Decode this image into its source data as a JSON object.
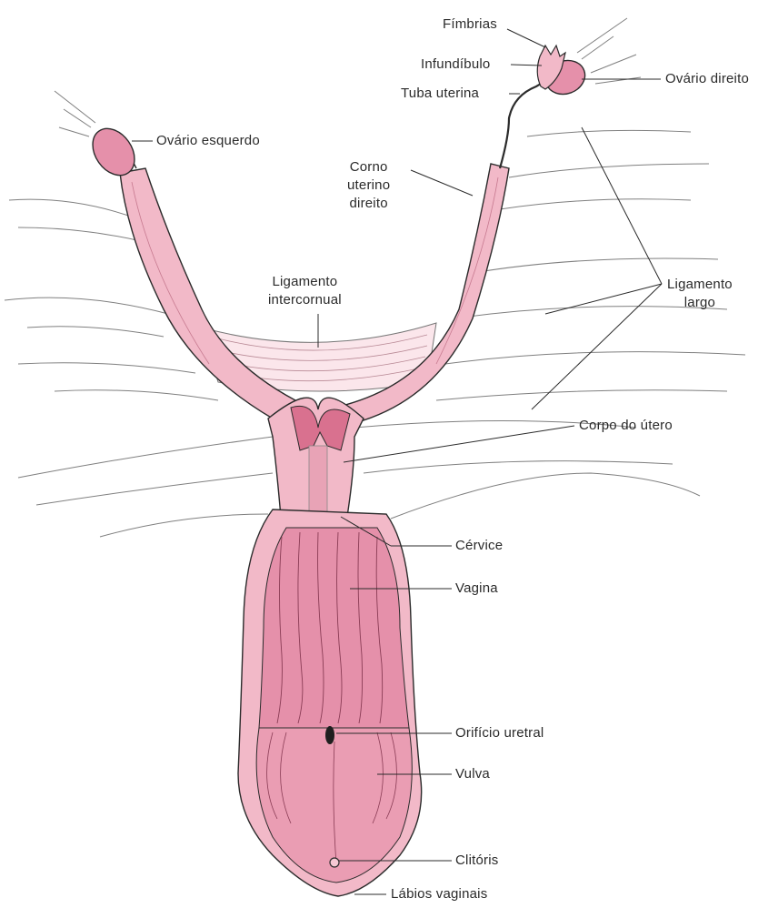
{
  "labels": {
    "fimbrias": "Fímbrias",
    "infundibulo": "Infundíbulo",
    "tuba_uterina": "Tuba uterina",
    "ovario_direito": "Ovário direito",
    "ovario_esquerdo": "Ovário esquerdo",
    "corno_uterino_direito": [
      "Corno",
      "uterino",
      "direito"
    ],
    "ligamento_intercornual": [
      "Ligamento",
      "intercornual"
    ],
    "ligamento_largo": [
      "Ligamento",
      "largo"
    ],
    "corpo_do_utero": "Corpo do útero",
    "cervice": "Cérvice",
    "vagina": "Vagina",
    "orificio_uretral": "Orifício uretral",
    "vulva": "Vulva",
    "clitoris": "Clitóris",
    "labios_vaginais": "Lábios vaginais"
  },
  "colors": {
    "tissue_light": "#f2b9c8",
    "tissue_mid": "#ea9db3",
    "tissue_dark": "#d9718f",
    "outline": "#2b2b2b",
    "ligament": "#fbe6eb"
  }
}
